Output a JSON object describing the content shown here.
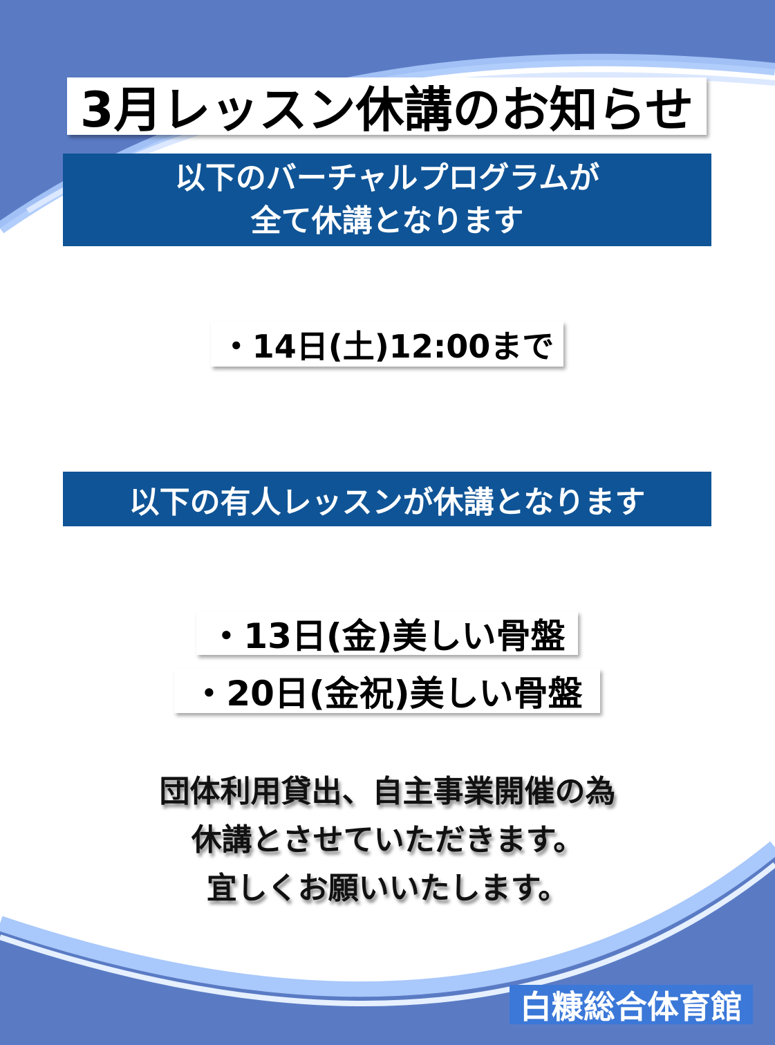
{
  "title": "3月レッスン休講のお知らせ",
  "virtual_notice": {
    "line1": "以下のバーチャルプログラムが",
    "line2": "全て休講となります"
  },
  "virtual_date": "・14日(土)12:00まで",
  "live_notice": "以下の有人レッスンが休講となります",
  "live_items": [
    "・13日(金)美しい骨盤",
    "・20日(金祝)美しい骨盤"
  ],
  "message": {
    "line1": "団体利用貸出、自主事業開催の為",
    "line2": "休講とさせていただきます。",
    "line3": "宜しくお願いいたします。"
  },
  "footer": "白糠総合体育館",
  "colors": {
    "background": "#5a7bc4",
    "banner": "#0f5496",
    "footer_box": "#3b78d8"
  }
}
